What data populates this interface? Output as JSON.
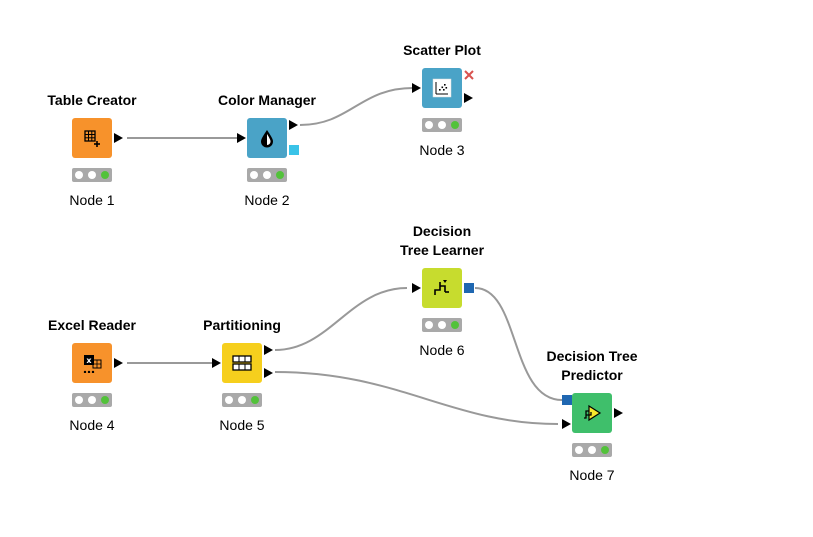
{
  "colors": {
    "source": "#f7922b",
    "manipulator": "#4aa3c7",
    "visualizer": "#4aa3c7",
    "learner": "#c7dc2e",
    "predictor": "#3fbf6b",
    "partition": "#f6cf1d",
    "color_port": "#3ac3e8",
    "model_port": "#1f67b1",
    "light_off": "#ffffff",
    "light_green": "#52c23a",
    "edge": "#999999"
  },
  "nodes": [
    {
      "id": "n1",
      "title": "Table Creator",
      "label": "Node 1",
      "kind": "source",
      "icon": "table-plus-icon"
    },
    {
      "id": "n2",
      "title": "Color Manager",
      "label": "Node 2",
      "kind": "manipulator",
      "icon": "drop-icon"
    },
    {
      "id": "n3",
      "title": "Scatter Plot",
      "label": "Node 3",
      "kind": "visualizer",
      "icon": "scatter-icon"
    },
    {
      "id": "n4",
      "title": "Excel Reader",
      "label": "Node 4",
      "kind": "source",
      "icon": "excel-icon"
    },
    {
      "id": "n5",
      "title": "Partitioning",
      "label": "Node 5",
      "kind": "partition",
      "icon": "grid-icon"
    },
    {
      "id": "n6",
      "title_lines": [
        "Decision",
        "Tree Learner"
      ],
      "label": "Node 6",
      "kind": "learner",
      "icon": "tree-icon"
    },
    {
      "id": "n7",
      "title_lines": [
        "Decision Tree",
        "Predictor"
      ],
      "label": "Node 7",
      "kind": "predictor",
      "icon": "predictor-icon"
    }
  ]
}
